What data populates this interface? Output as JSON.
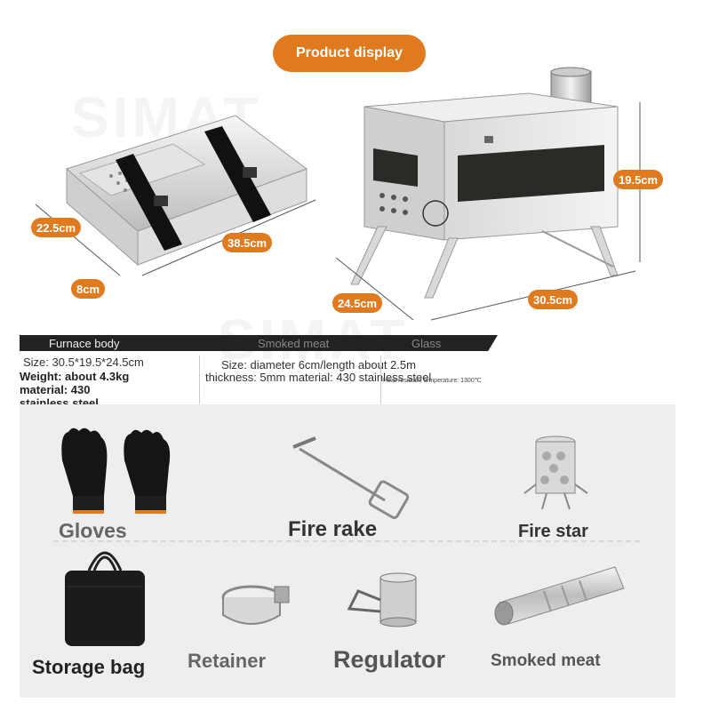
{
  "header": {
    "title": "Product display",
    "watermark": "SIMAT"
  },
  "dimensions": {
    "folded_width": "22.5cm",
    "folded_length": "38.5cm",
    "folded_height": "8cm",
    "stove_height": "19.5cm",
    "stove_depth": "24.5cm",
    "stove_length": "30.5cm"
  },
  "spec_bar": {
    "furnace_label": "Furnace body",
    "smoked_label": "Smoked meat",
    "glass_label": "Glass"
  },
  "furnace": {
    "size": "Size: 30.5*19.5*24.5cm",
    "weight": "Weight: about 4.3kg",
    "material_line1": "material: 430",
    "material_line2": "stainless steel"
  },
  "smoked": {
    "size": "Size: diameter 6cm/length about 2.5m",
    "thickness": "thickness: 5mm material: 430 stainless steel"
  },
  "glass": {
    "temp": "Heat-resistant temperature: 1300℃"
  },
  "accessories": {
    "gloves": "Gloves",
    "fire_rake": "Fire rake",
    "fire_star": "Fire star",
    "storage_bag": "Storage bag",
    "retainer": "Retainer",
    "regulator": "Regulator",
    "smoked_meat": "Smoked meat"
  },
  "colors": {
    "accent": "#e07a1f",
    "bar": "#222222",
    "panel": "#eeeeee"
  }
}
